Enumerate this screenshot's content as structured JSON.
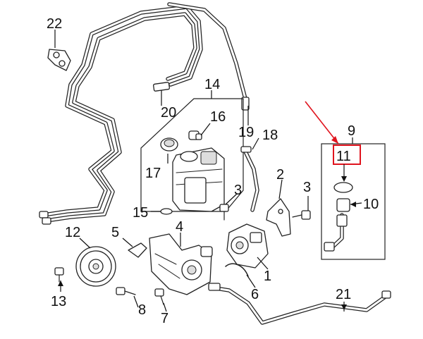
{
  "diagram": {
    "callouts": {
      "c1": "1",
      "c2": "2",
      "c3a": "3",
      "c3b": "3",
      "c4": "4",
      "c5": "5",
      "c6": "6",
      "c7": "7",
      "c8": "8",
      "c9": "9",
      "c10": "10",
      "c11": "11",
      "c12": "12",
      "c13": "13",
      "c14": "14",
      "c15": "15",
      "c16": "16",
      "c17": "17",
      "c18": "18",
      "c19": "19",
      "c20": "20",
      "c21": "21",
      "c22": "22"
    },
    "colors": {
      "ink": "#222222",
      "highlight": "#e0141e",
      "background": "#ffffff"
    }
  }
}
